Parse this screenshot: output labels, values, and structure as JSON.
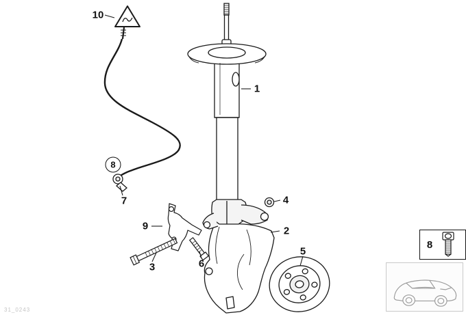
{
  "colors": {
    "line": "#1a1a1a",
    "background": "#ffffff",
    "thumbnail_border": "#c9c9c9",
    "thumbnail_line": "#9b9b9b"
  },
  "callouts": {
    "strut": "1",
    "knuckle": "2",
    "long_bolt": "3",
    "nut": "4",
    "wheel_hub": "5",
    "short_bolt": "6",
    "speed_sensor": "7",
    "sensor_circle": "8",
    "bracket": "9",
    "warning_triangle": "10",
    "inset_bolt": "8"
  },
  "icons": {
    "warning": "warning-triangle-icon",
    "inset_bolt": "socket-head-bolt-icon",
    "thumbnail": "car-thumbnail-icon"
  },
  "footer": {
    "diagram_code": "31_0243"
  }
}
